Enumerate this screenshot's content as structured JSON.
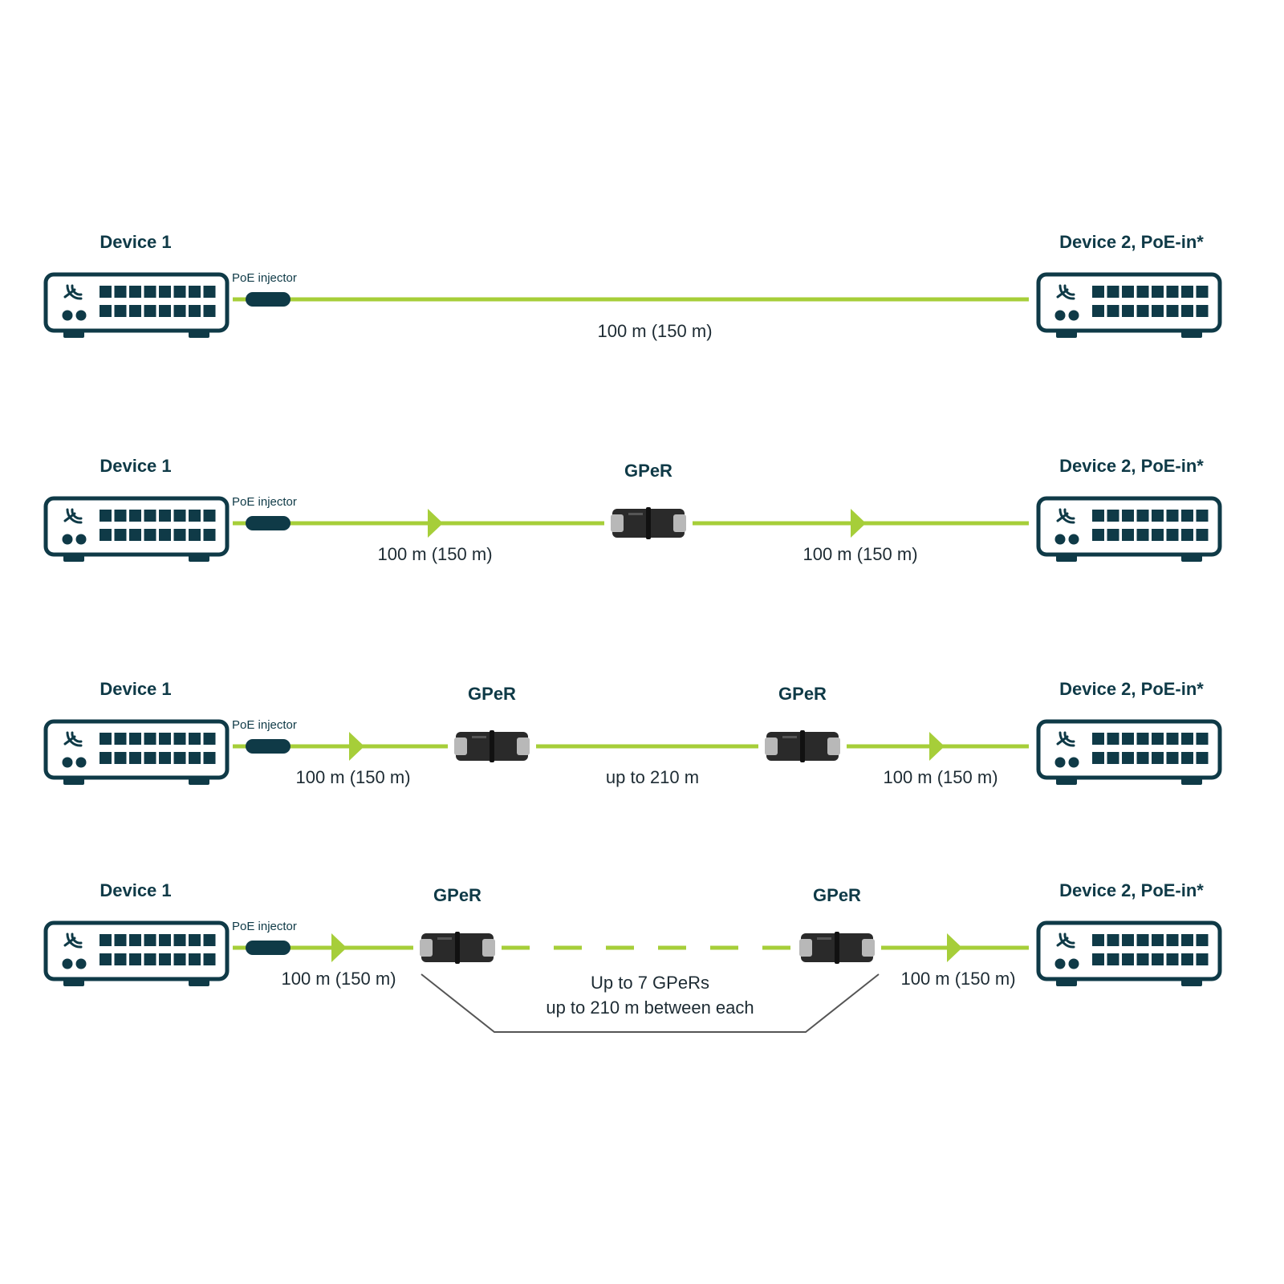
{
  "colors": {
    "device": "#0f3a47",
    "cable": "#a6ce39",
    "gper_body": "#2a2a2a",
    "gper_cap": "#b8b8b8",
    "bracket": "#555555",
    "text": "#1d2b33"
  },
  "icons": {
    "device": "network-switch-icon",
    "injector": "poe-injector-icon",
    "gper": "gper-repeater-icon"
  },
  "scenarios": [
    {
      "device1": "Device 1",
      "device2": "Device 2, PoE-in*",
      "injector": "PoE injector",
      "gpers": [],
      "segments": [
        {
          "distance": "100 m (150 m)",
          "arrow": false,
          "dashed": false
        }
      ]
    },
    {
      "device1": "Device 1",
      "device2": "Device 2, PoE-in*",
      "injector": "PoE injector",
      "gpers": [
        {
          "label": "GPeR"
        }
      ],
      "segments": [
        {
          "distance": "100 m (150 m)",
          "arrow": true,
          "dashed": false
        },
        {
          "distance": "100 m (150 m)",
          "arrow": true,
          "dashed": false
        }
      ]
    },
    {
      "device1": "Device 1",
      "device2": "Device 2, PoE-in*",
      "injector": "PoE injector",
      "gpers": [
        {
          "label": "GPeR"
        },
        {
          "label": "GPeR"
        }
      ],
      "segments": [
        {
          "distance": "100 m (150 m)",
          "arrow": true,
          "dashed": false
        },
        {
          "distance": "up to 210 m",
          "arrow": false,
          "dashed": false
        },
        {
          "distance": "100 m (150 m)",
          "arrow": true,
          "dashed": false
        }
      ]
    },
    {
      "device1": "Device 1",
      "device2": "Device 2, PoE-in*",
      "injector": "PoE injector",
      "gpers": [
        {
          "label": "GPeR"
        },
        {
          "label": "GPeR"
        }
      ],
      "segments": [
        {
          "distance": "100 m (150 m)",
          "arrow": true,
          "dashed": false
        },
        {
          "distance": "",
          "arrow": false,
          "dashed": true
        },
        {
          "distance": "100 m (150 m)",
          "arrow": true,
          "dashed": false
        }
      ],
      "bracket": {
        "line1": "Up to 7 GPeRs",
        "line2": "up to 210 m between each"
      }
    }
  ]
}
